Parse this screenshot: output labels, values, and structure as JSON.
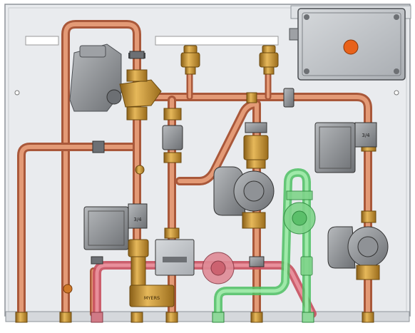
{
  "image": {
    "kind": "3D CAD rendering of a hydraulic manifold / pump station panel (copper piping, pumps, valves, electrical box)"
  },
  "labels": {
    "valve_marking": "MYERS",
    "sensor_marking_left": "3/4",
    "sensor_marking_right": "3/4"
  },
  "colors": {
    "panel": "#e9ebee",
    "panel_edge": "#8f949a",
    "copper": "#d07a55",
    "copper_dark": "#a9583a",
    "brass": "#c8922c",
    "brass_dark": "#8a6018",
    "pump_grey": "#8f9296",
    "pump_dark": "#5c5f63",
    "red_pipe": "#d9707c",
    "green_pipe": "#7cd68a",
    "control_box": "#c6c9cd",
    "orange_knob": "#e8621a"
  }
}
